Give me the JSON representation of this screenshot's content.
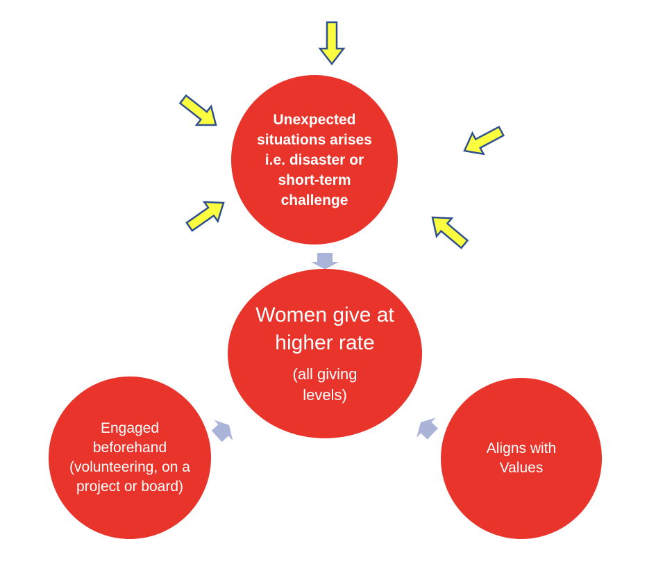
{
  "diagram": {
    "top_node": {
      "label": "Unexpected situations arises i.e. disaster or short-term challenge"
    },
    "center_node": {
      "title": "Women give at higher rate",
      "subtitle": "(all giving levels)"
    },
    "left_node": {
      "label": "Engaged beforehand (volunteering, on a project or board)"
    },
    "right_node": {
      "label": "Aligns with Values"
    },
    "colors": {
      "node_fill": "#e8342b",
      "node_text": "#ffffff",
      "impact_arrow_fill": "#fcff3f",
      "impact_arrow_stroke": "#2f4f8f",
      "flow_arrow_fill": "#aab4d8"
    },
    "icons": {
      "impact_arrows": "block-arrow",
      "flow_arrows": "chevron-arrow"
    }
  }
}
